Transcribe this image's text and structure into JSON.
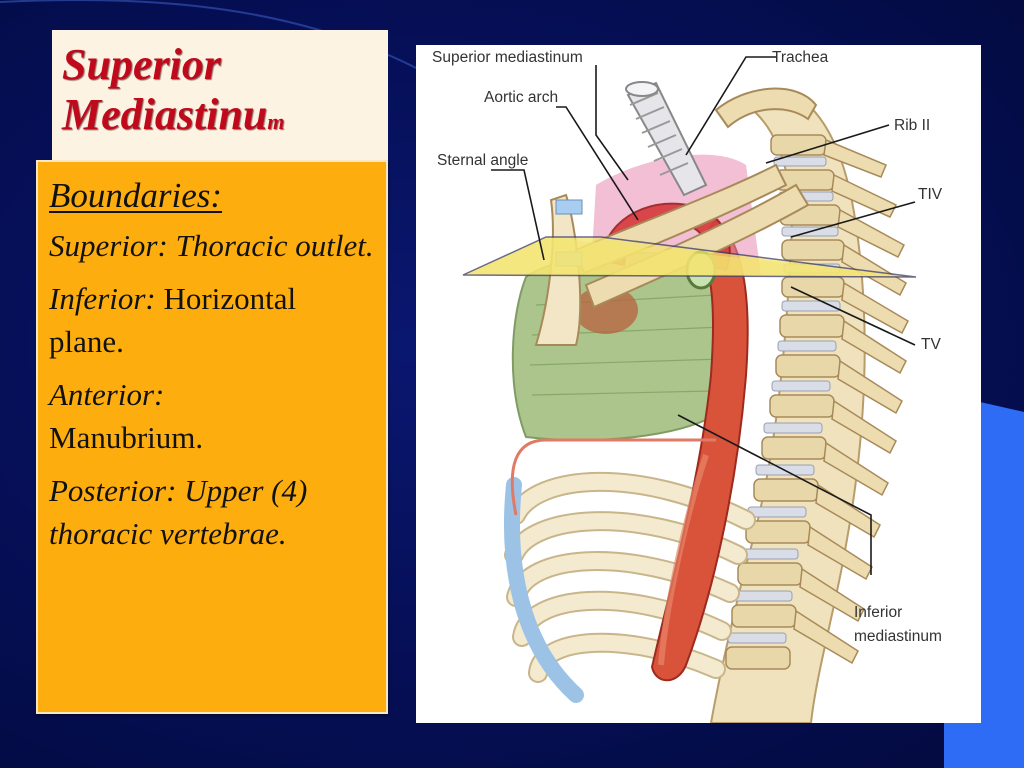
{
  "slide": {
    "title": {
      "line1": "Superior",
      "line2": "Mediastinu",
      "line2_tail": "m"
    },
    "heading": "Boundaries:",
    "boundaries": [
      {
        "key": "Superior:",
        "value": "Thoracic outlet.",
        "style": "italic"
      },
      {
        "key": "Inferior:",
        "value": "Horizontal plane.",
        "style": "upright"
      },
      {
        "key": "Anterior:",
        "value": "Manubrium.",
        "style": "upright"
      },
      {
        "key": "Posterior:",
        "value": "Upper (4) thoracic vertebrae.",
        "style": "italic"
      }
    ]
  },
  "diagram": {
    "labels": {
      "superior_mediastinum": "Superior mediastinum",
      "trachea": "Trachea",
      "aortic_arch": "Aortic arch",
      "rib_ii": "Rib II",
      "sternal_angle": "Sternal angle",
      "tiv": "TIV",
      "tv": "TV",
      "inferior_mediastinum_1": "Inferior",
      "inferior_mediastinum_2": "mediastinum"
    }
  },
  "colors": {
    "title_red": "#c0091b",
    "title_box_bg": "#fdf3e3",
    "content_box_bg": "#fdae0e",
    "background_navy": "#06105a",
    "accent_blue": "#2f6cf5"
  }
}
